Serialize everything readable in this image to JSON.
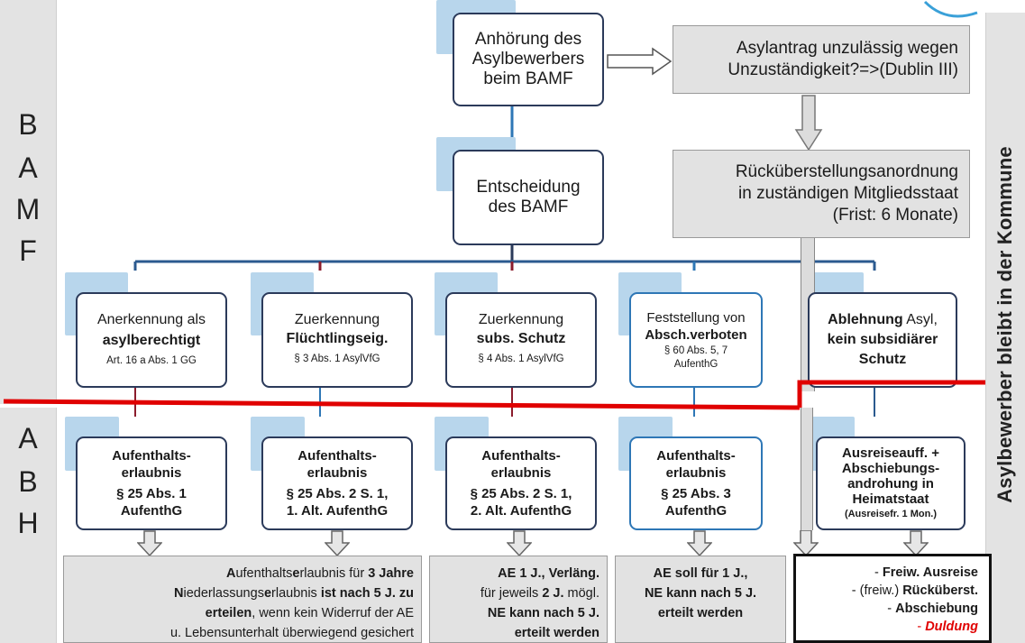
{
  "sidebar_left": {
    "bamf_letters": [
      "B",
      "A",
      "M",
      "F"
    ],
    "abh_letters": [
      "A",
      "B",
      "H"
    ]
  },
  "sidebar_right": {
    "vertical_label": "Asylbewerber bleibt in der Kommune"
  },
  "top": {
    "anhoerung": [
      "Anhörung des",
      "Asylbewerbers",
      "beim BAMF"
    ],
    "unzulaessig": [
      "Asylantrag unzulässig wegen",
      "Unzuständigkeit?=>(Dublin III)"
    ],
    "entscheidung": [
      "Entscheidung",
      "des BAMF"
    ],
    "rueckueberstellung": [
      "Rücküberstellungsanordnung",
      "in zuständigen Mitgliedsstaat",
      "(Frist: 6 Monate)"
    ]
  },
  "decisions": {
    "d1": {
      "line1": "Anerkennung als",
      "line2": "asylberechtigt",
      "line3": "Art. 16 a Abs. 1  GG"
    },
    "d2": {
      "line1": "Zuerkennung",
      "line2": "Flüchtlingseig.",
      "line3": "§ 3 Abs. 1 AsylVfG"
    },
    "d3": {
      "line1": "Zuerkennung",
      "line2": "subs. Schutz",
      "line3": "§ 4 Abs. 1 AsylVfG"
    },
    "d4": {
      "line1": "Feststellung von",
      "line2": "Absch.verboten",
      "line3a": "§ 60 Abs. 5, 7",
      "line3b": "AufenthG"
    },
    "d5": {
      "line1a": "Ablehnung",
      "line1b": " Asyl,",
      "line2": "kein subsidiärer",
      "line3": "Schutz"
    }
  },
  "permits": {
    "p1": [
      "Aufenthalts-",
      "erlaubnis",
      "§ 25 Abs. 1",
      "AufenthG"
    ],
    "p2": [
      "Aufenthalts-",
      "erlaubnis",
      "§ 25 Abs. 2 S. 1,",
      "1. Alt. AufenthG"
    ],
    "p3": [
      "Aufenthalts-",
      "erlaubnis",
      "§ 25 Abs. 2 S. 1,",
      "2. Alt. AufenthG"
    ],
    "p4": [
      "Aufenthalts-",
      "erlaubnis",
      "§ 25 Abs. 3",
      "AufenthG"
    ],
    "p5": {
      "l1": "Ausreiseauff. +",
      "l2": "Abschiebungs-",
      "l3": "androhung in",
      "l4": "Heimatstaat",
      "l5": "(Ausreisefr.  1 Mon.)"
    }
  },
  "outcomes": {
    "o1": {
      "r1a": "A",
      "r1b": "ufenthalts",
      "r1c": "e",
      "r1d": "rlaubnis für ",
      "r1e": "3 Jahre",
      "r2a": "N",
      "r2b": "iederlassungs",
      "r2c": "e",
      "r2d": "rlaubnis ",
      "r2e": "ist nach 5 J. zu",
      "r3a": "erteilen",
      ", wenn kein Widerruf der AE": "",
      "r3b": ", wenn kein Widerruf der AE",
      "r4": "u. Lebensunterhalt überwiegend gesichert"
    },
    "o2": {
      "l1": "AE 1 J., Verläng.",
      "l2a": "für jeweils ",
      "l2b": "2 J.",
      "l2c": " mögl.",
      "l3": "NE kann nach 5 J.",
      "l4": "erteilt werden"
    },
    "o3": {
      "l1": "AE soll für 1 J.,",
      "l2": "NE kann nach 5 J.",
      "l3": "erteilt werden"
    },
    "o4": {
      "l1a": "- ",
      "l1b": "Freiw. Ausreise",
      "l2a": "- (freiw.) ",
      "l2b": "Rücküberst.",
      "l3a": "- ",
      "l3b": "Abschiebung",
      "l4a": "- ",
      "l4b": "Duldung"
    }
  },
  "colors": {
    "accent_red": "#e00000",
    "navy": "#2b3a5a",
    "dark_red_ticks": "#8b1c2c",
    "blue_ticks": "#2e77b6",
    "shadow_blue": "#b8d6ec",
    "gray_box": "#e2e2e2"
  }
}
